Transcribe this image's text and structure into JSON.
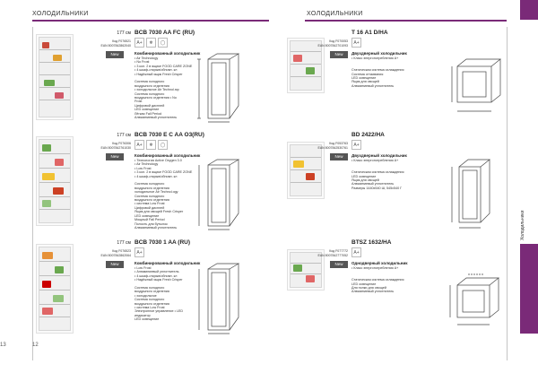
{
  "page_left": {
    "header_title": "ХОЛОДИЛЬНИКИ",
    "page_number": "12"
  },
  "page_right": {
    "header_title": "ХОЛОДИЛЬНИКИ",
    "page_number": "13",
    "side_label": "Холодильники"
  },
  "products": [
    {
      "height": "177 см",
      "model": "BCB 7030 AA FC (RU)",
      "code_line1": "Код F076521",
      "code_line2": "EAN 8007842862040",
      "badge": "New",
      "icons": [
        "A+",
        "❄",
        "◯"
      ],
      "features_head": "Комбинированный холодильник",
      "features": [
        "• Air Technology",
        "• No Frost",
        "• 3 кол. 2 в ящике FOOD CARE ZONE",
        "• 4 шкаф-открыв/обновл. кл",
        "• Надёжный ящик Fresh Crisper",
        "",
        "Система холодного",
        "воздушного отделения",
        "• холодильное Air Technol.юр",
        "Система холодного",
        "воздушного отделения • No",
        "Frost",
        "Цифровой дисплей",
        "LED освещение",
        "Лёгкая Fall Period",
        "Алюминиевый уплотнитель"
      ]
    },
    {
      "height": "177 см",
      "model": "BCB 7030 E C AA O3(RU)",
      "code_line1": "Код F076306",
      "code_line2": "EAN 8007842761030",
      "badge": "New",
      "icons": [
        "A+",
        "❄",
        "◯"
      ],
      "features_head": "Комбинированный холодильник",
      "features": [
        "• Технология Active Oxygen 3.0",
        "• Air Technology",
        "• Low Frost",
        "• 3 кол. 2 в ящике FOOD CARE ZONE",
        "• 4 шкаф-открыв/обновл. кл",
        "",
        "Система холодного",
        "воздушного отделения",
        "холодильное Air Technol.ogy",
        "Система холодного",
        "воздушного отделения",
        "• система Low Frost",
        "Цифровой дисплей",
        "Ящик для овощей Fresh Crisper",
        "LED освещение",
        "Мощный Fall Period",
        "Полость для бутылок",
        "Алюминиевый уплотнитель"
      ]
    },
    {
      "height": "177 см",
      "model": "BCB 7030 1 AA (RU)",
      "code_line1": "Код F076523",
      "code_line2": "EAN 8007842862064",
      "badge": "New",
      "icons": [
        "A+"
      ],
      "features_head": "Комбинированный холодильник",
      "features": [
        "• Low Frost",
        "• Алюминиевый уплотнитель",
        "• 4 шкаф-открыв/обновл. кл",
        "• Надёжный ящик Fresh Crisper",
        "",
        "Система холодного",
        "воздушного отделения",
        "• холодильное",
        "Система холодного",
        "воздушного отделения",
        "• система Low Frost",
        "Электронное управление • LED",
        "индикатор",
        "LED освещение"
      ]
    },
    {
      "height": "",
      "model": "T 16 A1 D/HA",
      "code_line1": "Код F070053",
      "code_line2": "EAN 8007842701093",
      "badge": "New",
      "icons": [
        "A+"
      ],
      "features_head": "Двухдверный холодильник",
      "features": [
        "• Класс энергопотребления A+",
        "",
        "",
        "Статическая система охлаждения",
        "Система оттаивания",
        "LED освещение",
        "Ящик для овощей",
        "Алюминиевый уплотнитель"
      ]
    },
    {
      "height": "",
      "model": "BD 2422/HA",
      "code_line1": "Код F053763",
      "code_line2": "EAN 8007842530761",
      "badge": "New",
      "icons": [
        "A+"
      ],
      "features_head": "Двухдверный холодильник",
      "features": [
        "• Класс энергопотребления A+",
        "",
        "",
        "Статическая система охлаждения",
        "LED освещение",
        "Ящик для овощей",
        "Алюминиевый уплотнитель",
        "Размеры 1440x540 Ш, 545x540 Г"
      ]
    },
    {
      "height": "",
      "model": "BTSZ 1632/HA",
      "code_line1": "Код F077772",
      "code_line2": "EAN 8007842777052",
      "badge": "New",
      "icons": [
        "A+"
      ],
      "features_head": "Однодверный холодильник",
      "features": [
        "• Класс энергопотребления A+",
        "",
        "",
        "Статическая система охлаждения",
        "LED освещение",
        "Для полки для овощей",
        "Алюминиевый уплотнитель"
      ]
    }
  ]
}
